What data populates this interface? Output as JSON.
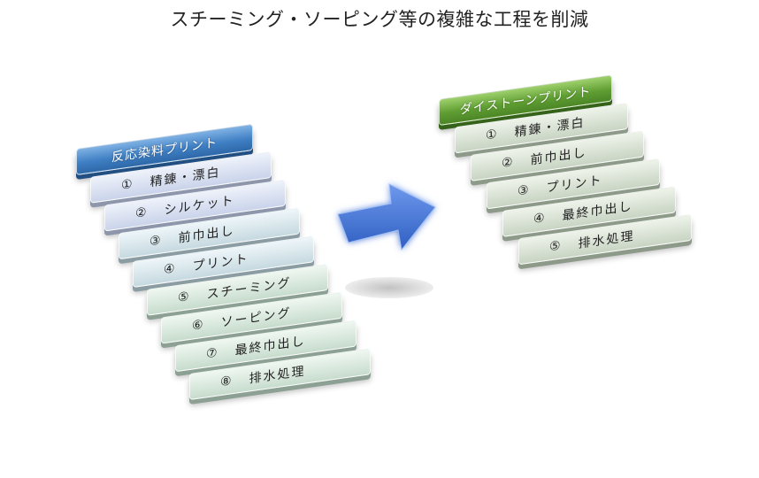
{
  "title": "スチーミング・ソーピング等の複雑な工程を削減",
  "left": {
    "header": "反応染料プリント",
    "steps": [
      {
        "num": "①",
        "label": "精錬・漂白"
      },
      {
        "num": "②",
        "label": "シルケット"
      },
      {
        "num": "③",
        "label": "前巾出し"
      },
      {
        "num": "④",
        "label": "プリント"
      },
      {
        "num": "⑤",
        "label": "スチーミング"
      },
      {
        "num": "⑥",
        "label": "ソーピング"
      },
      {
        "num": "⑦",
        "label": "最終巾出し"
      },
      {
        "num": "⑧",
        "label": "排水処理"
      }
    ]
  },
  "right": {
    "header": "ダイストーンプリント",
    "steps": [
      {
        "num": "①",
        "label": "精錬・漂白"
      },
      {
        "num": "②",
        "label": "前巾出し"
      },
      {
        "num": "③",
        "label": "プリント"
      },
      {
        "num": "④",
        "label": "最終巾出し"
      },
      {
        "num": "⑤",
        "label": "排水処理"
      }
    ]
  },
  "colors": {
    "blue_header": "#3f7fc4",
    "green_header": "#5f9e33",
    "arrow": "#3b6fd0"
  }
}
